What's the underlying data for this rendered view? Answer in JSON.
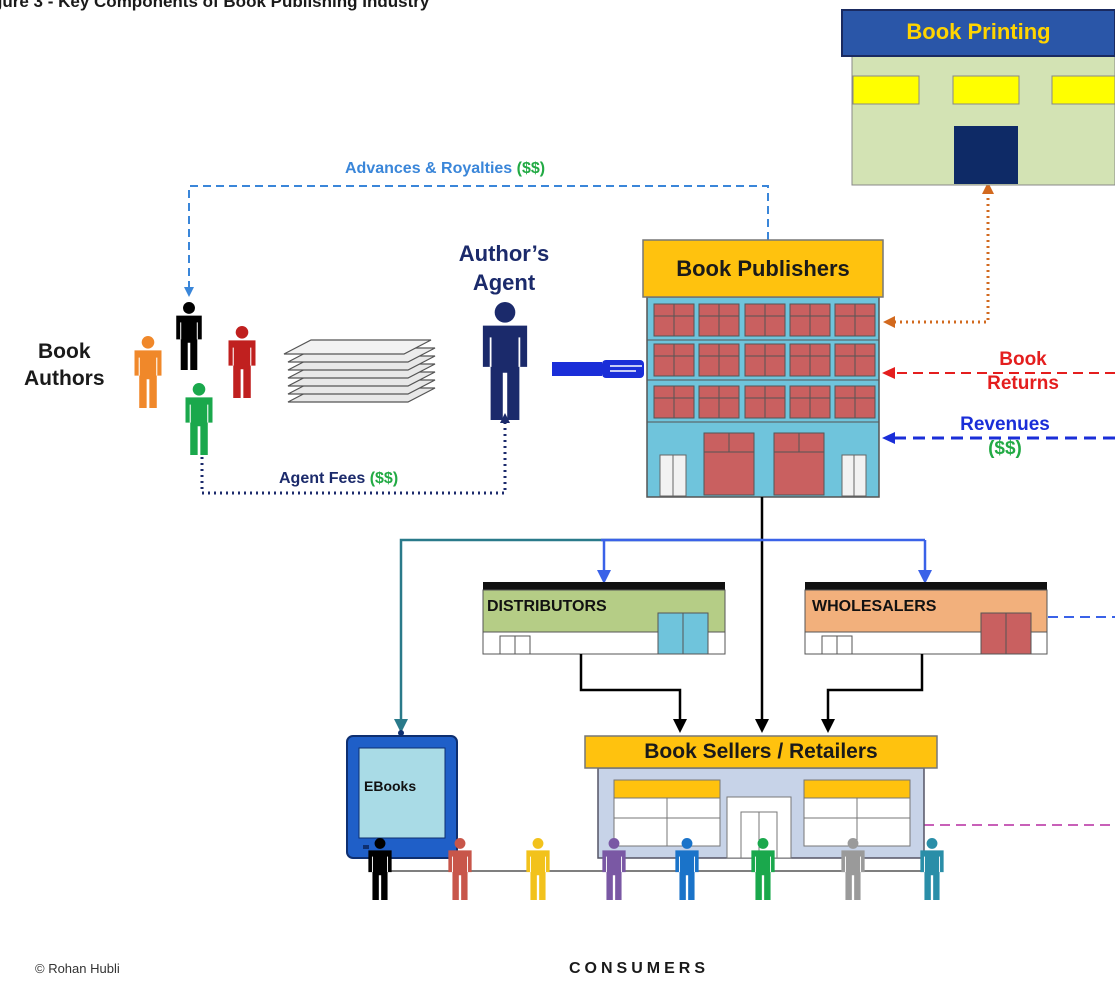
{
  "header": {
    "title_fragment": "gure 3 - Key Components of Book Publishing Industry"
  },
  "labels": {
    "book_authors": [
      "Book",
      "Authors"
    ],
    "authors_agent": [
      "Author’s",
      "Agent"
    ],
    "advances_royalties": "Advances & Royalties",
    "advances_royalties_money": "($$)",
    "agent_fees": "Agent Fees",
    "agent_fees_money": "($$)",
    "book_returns": [
      "Book",
      "Returns"
    ],
    "revenues": "Revenues",
    "revenues_money": "($$)",
    "consumers": "CONSUMERS",
    "copyright": "© Rohan Hubli"
  },
  "buildings": {
    "book_printing": "Book Printing",
    "book_publishers": "Book Publishers",
    "distributors": "DISTRIBUTORS",
    "wholesalers": "WHOLESALERS",
    "book_sellers": "Book Sellers / Retailers",
    "ebooks": "EBooks"
  },
  "colors": {
    "advances_line": "#3a86d9",
    "agent_fees_line": "#1b2a6b",
    "printing_line": "#d2691e",
    "returns_line": "#e41e1e",
    "revenues_line": "#1a2ed8",
    "money_green": "#22aa44",
    "navy": "#1b2a6b",
    "publisher_title_bg": "#ffc20e",
    "publisher_body": "#6fc4dc",
    "window_red": "#c96060",
    "printing_body": "#d3e3b4",
    "printing_roof": "#2a56a8"
  },
  "authors": [
    {
      "color": "#000000"
    },
    {
      "color": "#f0882a"
    },
    {
      "color": "#c0201f"
    },
    {
      "color": "#1aa84c"
    }
  ],
  "agent": {
    "color": "#1b2a6b"
  },
  "consumers_people": [
    {
      "color": "#000000"
    },
    {
      "color": "#c8564a"
    },
    {
      "color": "#f2c21c"
    },
    {
      "color": "#7a58a4"
    },
    {
      "color": "#1a73c9"
    },
    {
      "color": "#1aa84c"
    },
    {
      "color": "#9a9a9a"
    },
    {
      "color": "#2a8ea8"
    }
  ]
}
